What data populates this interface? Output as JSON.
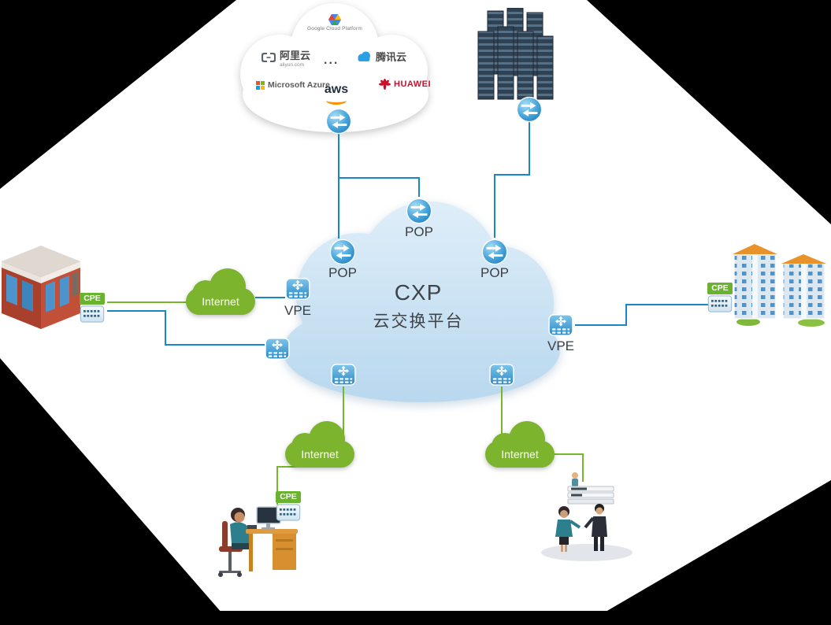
{
  "central_cloud": {
    "title": "CXP",
    "subtitle": "云交换平台"
  },
  "labels": {
    "pop": "POP",
    "vpe": "VPE",
    "internet": "Internet",
    "cpe": "CPE"
  },
  "providers": {
    "google_cloud": "Google Cloud Platform",
    "alibaba": "阿里云",
    "alibaba_domain": "aliyun.com",
    "more": "...",
    "tencent": "腾讯云",
    "azure": "Microsoft Azure",
    "aws": "aws",
    "huawei": "HUAWEI"
  },
  "colors": {
    "line_blue": "#1a86c8",
    "line_green": "#76b82a",
    "cxp_cloud_fill": "#c9e2f4",
    "internet_cloud_fill": "#7cb42e",
    "cpe_tag_fill": "#6ab32f",
    "node_blue": "#2f8fcd"
  }
}
